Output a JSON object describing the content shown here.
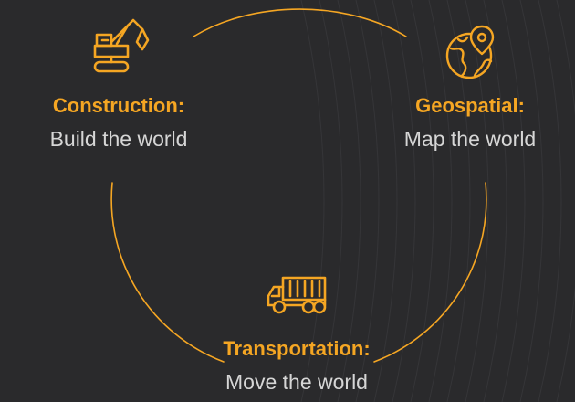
{
  "colors": {
    "background": "#2a2a2c",
    "accent": "#f5a623",
    "subtitle": "#d6d6d6"
  },
  "nodes": [
    {
      "id": "construction",
      "title": "Construction:",
      "subtitle": "Build the world",
      "icon": "excavator-icon"
    },
    {
      "id": "geospatial",
      "title": "Geospatial:",
      "subtitle": "Map the world",
      "icon": "globe-pin-icon"
    },
    {
      "id": "transportation",
      "title": "Transportation:",
      "subtitle": "Move the world",
      "icon": "truck-icon"
    }
  ]
}
